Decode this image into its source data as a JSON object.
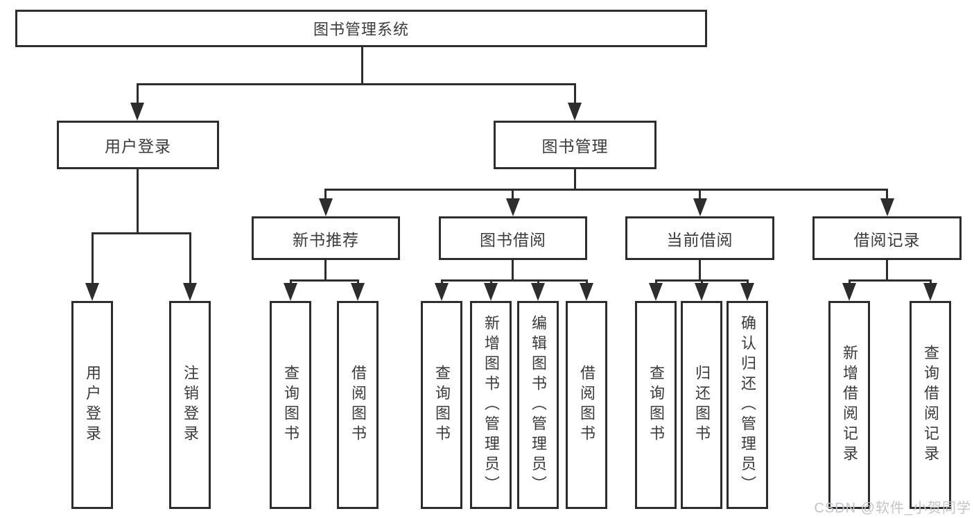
{
  "diagram": {
    "root": {
      "label": "图书管理系统"
    },
    "level2": [
      {
        "label": "用户登录"
      },
      {
        "label": "图书管理"
      }
    ],
    "level3": [
      {
        "label": "新书推荐"
      },
      {
        "label": "图书借阅"
      },
      {
        "label": "当前借阅"
      },
      {
        "label": "借阅记录"
      }
    ],
    "leaves": {
      "user_login": [
        {
          "label": "用户登录"
        },
        {
          "label": "注销登录"
        }
      ],
      "new_book_rec": [
        {
          "label": "查询图书"
        },
        {
          "label": "借阅图书"
        }
      ],
      "book_borrow": [
        {
          "label": "查询图书"
        },
        {
          "label": "新增图书（管理员）"
        },
        {
          "label": "编辑图书（管理员）"
        },
        {
          "label": "借阅图书"
        }
      ],
      "current_borrow": [
        {
          "label": "查询图书"
        },
        {
          "label": "归还图书"
        },
        {
          "label": "确认归还（管理员）"
        }
      ],
      "borrow_records": [
        {
          "label": "新增借阅记录"
        },
        {
          "label": "查询借阅记录"
        }
      ]
    },
    "watermark": "CSDN @软件_小贺同学",
    "colors": {
      "line": "#2d2d2d",
      "text": "#3a3a3a",
      "background": "#ffffff",
      "watermark": "#c3c3ca"
    }
  }
}
